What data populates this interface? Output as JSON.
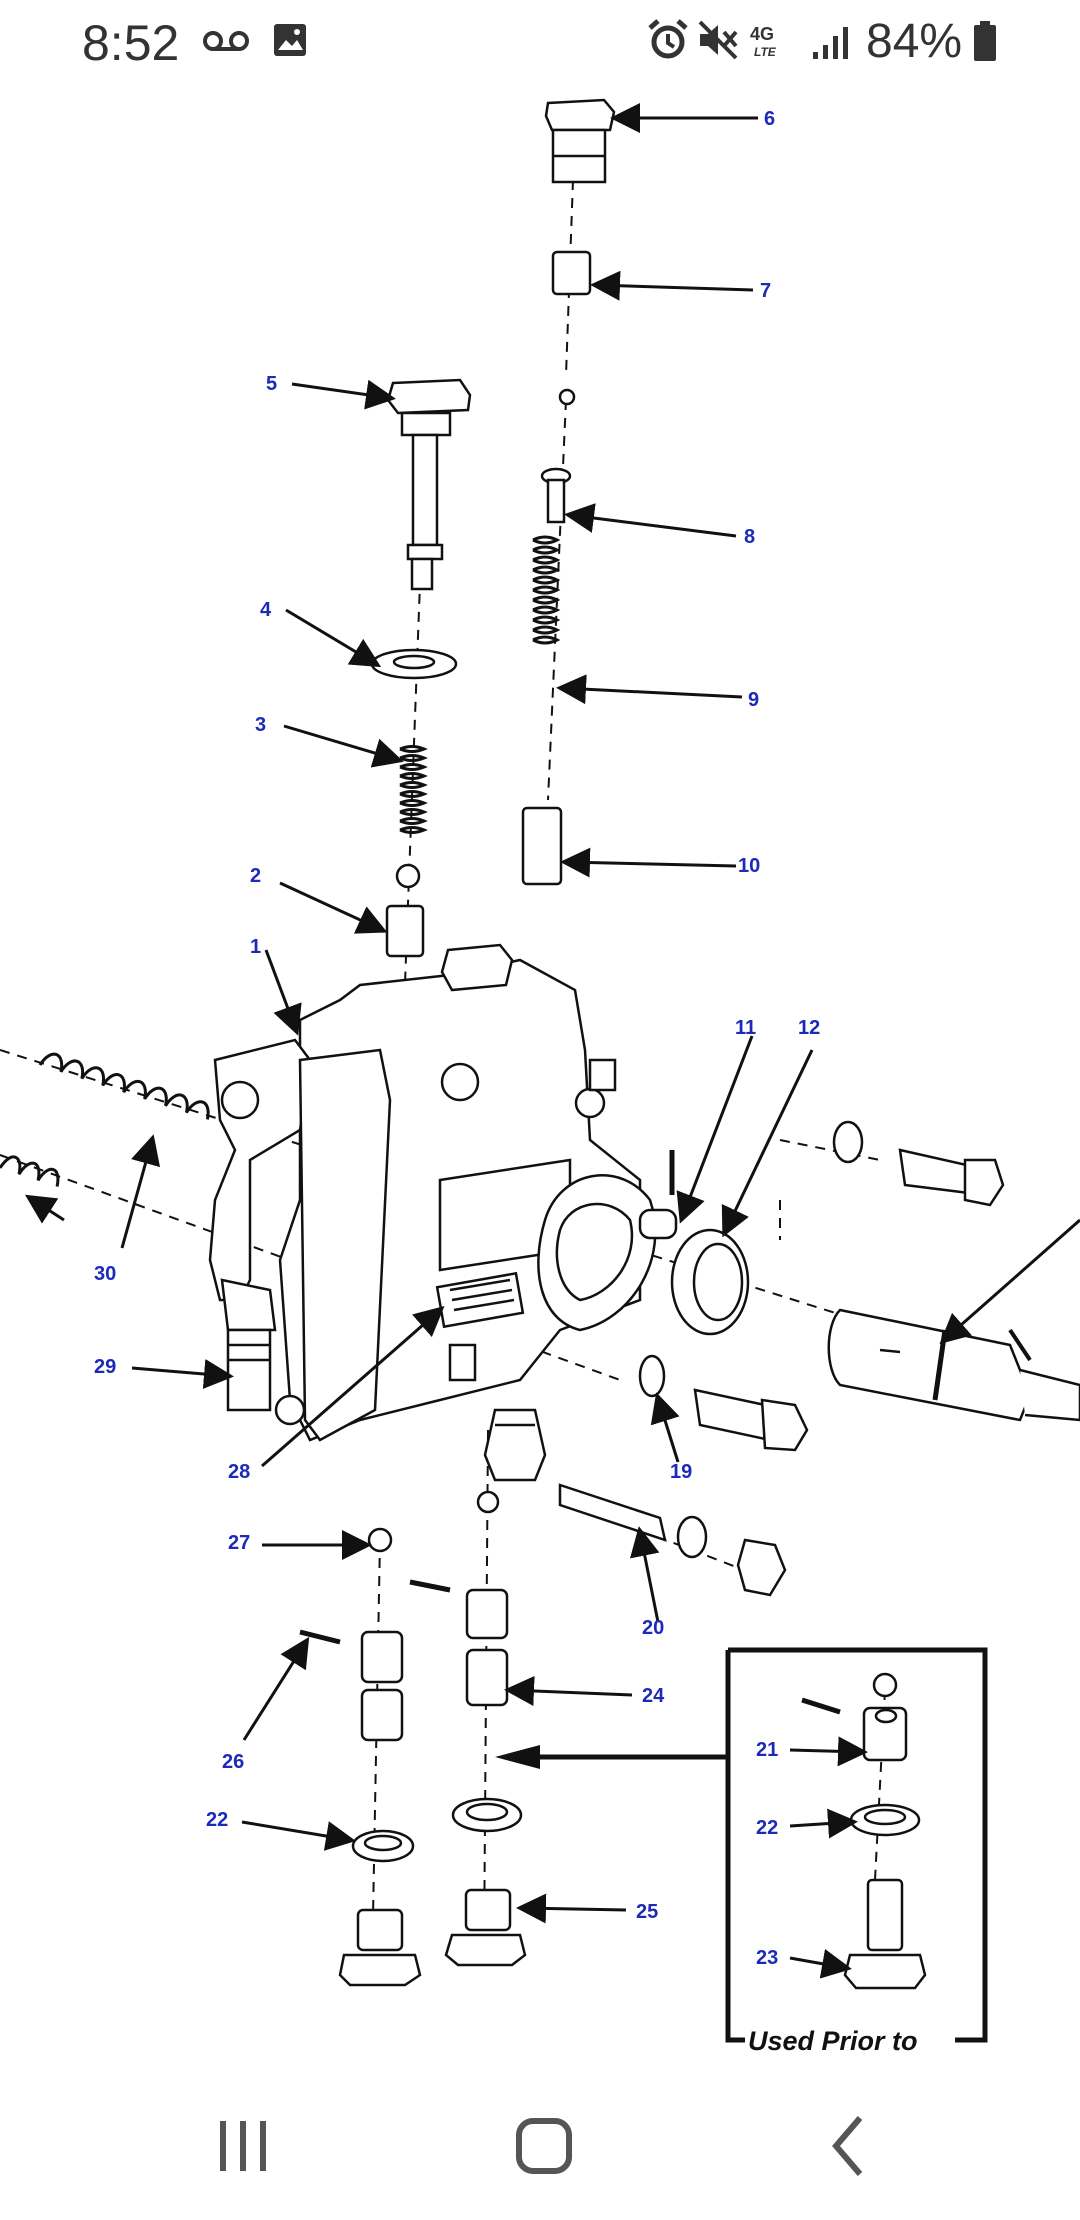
{
  "status_bar": {
    "time": "8:52",
    "battery_percent": "84%",
    "network": "4G LTE",
    "icons": [
      "voicemail-icon",
      "gallery-icon",
      "alarm-icon",
      "mute-icon",
      "network-4g-icon",
      "signal-icon",
      "battery-icon"
    ]
  },
  "diagram": {
    "part_labels": {
      "p1": "1",
      "p2": "2",
      "p3": "3",
      "p4": "4",
      "p5": "5",
      "p6": "6",
      "p7": "7",
      "p8": "8",
      "p9": "9",
      "p10": "10",
      "p11": "11",
      "p12": "12",
      "p19": "19",
      "p20": "20",
      "p21": "21",
      "p22a": "22",
      "p22b": "22",
      "p23": "23",
      "p24": "24",
      "p25": "25",
      "p26": "26",
      "p27": "27",
      "p28": "28",
      "p29": "29",
      "p30": "30"
    },
    "inset_caption": "Used Prior to",
    "line_color": "#111111",
    "label_color": "#1b2bb8"
  },
  "nav_bar": {
    "buttons": [
      "recent-apps",
      "home",
      "back"
    ]
  }
}
